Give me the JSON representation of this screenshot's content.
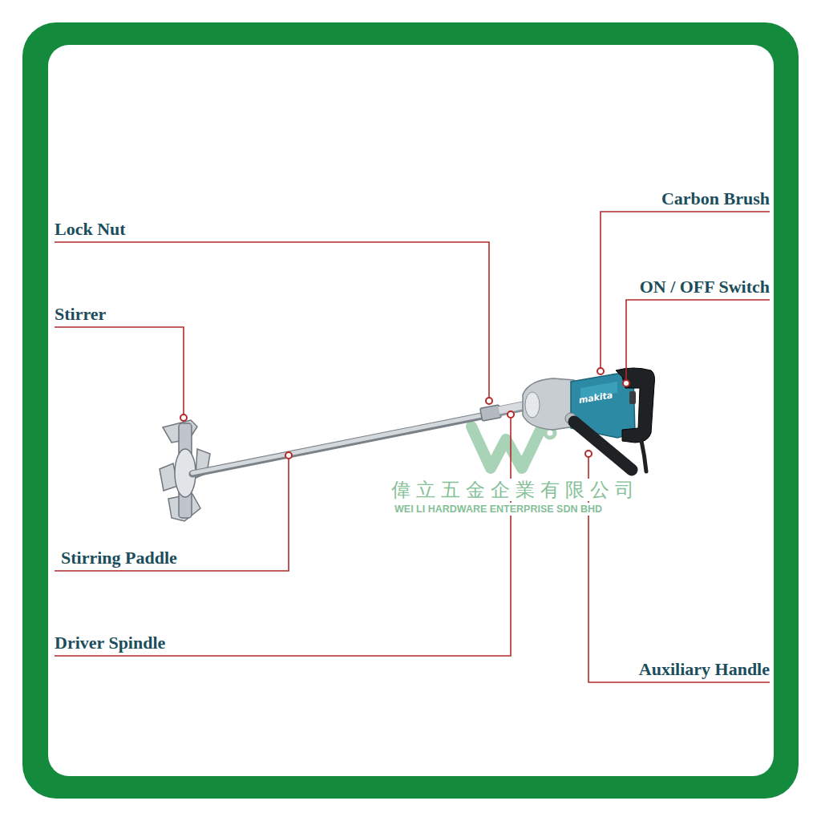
{
  "diagram": {
    "labels": [
      "Lock Nut",
      "Stirrer",
      "Stirring Paddle",
      "Driver Spindle",
      "Carbon Brush",
      "ON / OFF Switch",
      "Auxiliary Handle",
      "makita",
      "偉立五金企業有限公司",
      "WEI LI HARDWARE ENTERPRISE SDN BHD"
    ]
  }
}
